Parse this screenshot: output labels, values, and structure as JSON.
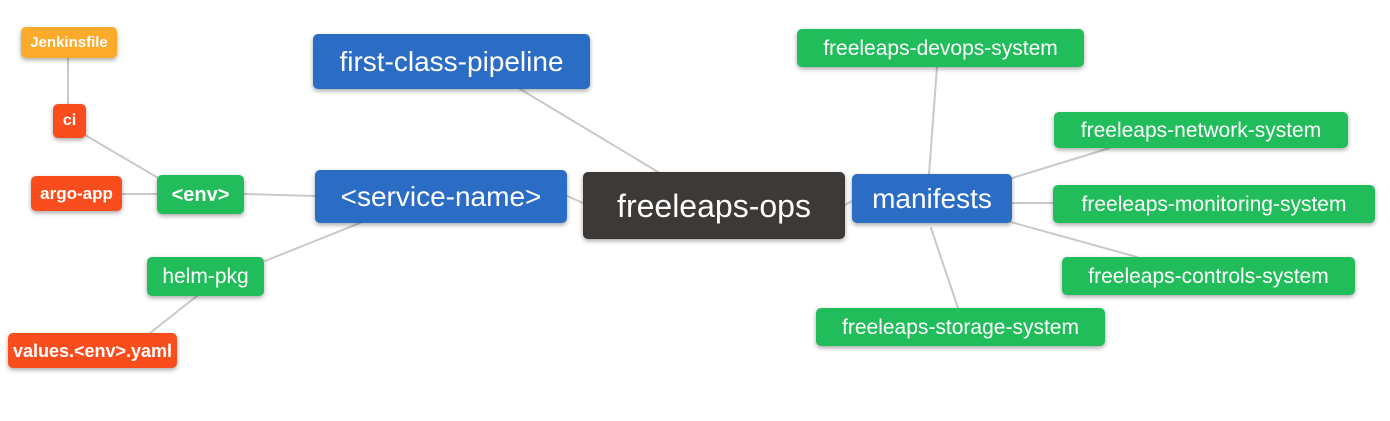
{
  "palette": {
    "root_bg": "#3c3936",
    "branch_blue": "#2b6cc4",
    "leaf_green": "#21bd5a",
    "leaf_red": "#f94d1e",
    "leaf_orange": "#fbaa29",
    "edge_gray": "#c9c9c9",
    "text_white": "#ffffff",
    "canvas_bg": "#ffffff"
  },
  "nodes": {
    "root": {
      "label": "freeleaps-ops",
      "color": "#3c3936"
    },
    "first_class_pipeline": {
      "label": "first-class-pipeline",
      "color": "#2b6cc4"
    },
    "service_name": {
      "label": "<service-name>",
      "color": "#2b6cc4"
    },
    "manifests": {
      "label": "manifests",
      "color": "#2b6cc4"
    },
    "env": {
      "label": "<env>",
      "color": "#21bd5a"
    },
    "helm_pkg": {
      "label": "helm-pkg",
      "color": "#21bd5a"
    },
    "ci": {
      "label": "ci",
      "color": "#f94d1e"
    },
    "argo_app": {
      "label": "argo-app",
      "color": "#f94d1e"
    },
    "jenkinsfile": {
      "label": "Jenkinsfile",
      "color": "#fbaa29"
    },
    "values_env_yaml": {
      "label": "values.<env>.yaml",
      "color": "#f94d1e"
    },
    "devops_system": {
      "label": "freeleaps-devops-system",
      "color": "#21bd5a"
    },
    "network_system": {
      "label": "freeleaps-network-system",
      "color": "#21bd5a"
    },
    "monitoring_system": {
      "label": "freeleaps-monitoring-system",
      "color": "#21bd5a"
    },
    "controls_system": {
      "label": "freeleaps-controls-system",
      "color": "#21bd5a"
    },
    "storage_system": {
      "label": "freeleaps-storage-system",
      "color": "#21bd5a"
    }
  },
  "edges": [
    {
      "from": "jenkinsfile",
      "to": "ci"
    },
    {
      "from": "ci",
      "to": "env"
    },
    {
      "from": "argo_app",
      "to": "env"
    },
    {
      "from": "env",
      "to": "service_name"
    },
    {
      "from": "helm_pkg",
      "to": "service_name"
    },
    {
      "from": "values_env_yaml",
      "to": "helm_pkg"
    },
    {
      "from": "first_class_pipeline",
      "to": "root"
    },
    {
      "from": "service_name",
      "to": "root"
    },
    {
      "from": "root",
      "to": "manifests"
    },
    {
      "from": "manifests",
      "to": "devops_system"
    },
    {
      "from": "manifests",
      "to": "network_system"
    },
    {
      "from": "manifests",
      "to": "monitoring_system"
    },
    {
      "from": "manifests",
      "to": "controls_system"
    },
    {
      "from": "manifests",
      "to": "storage_system"
    }
  ]
}
